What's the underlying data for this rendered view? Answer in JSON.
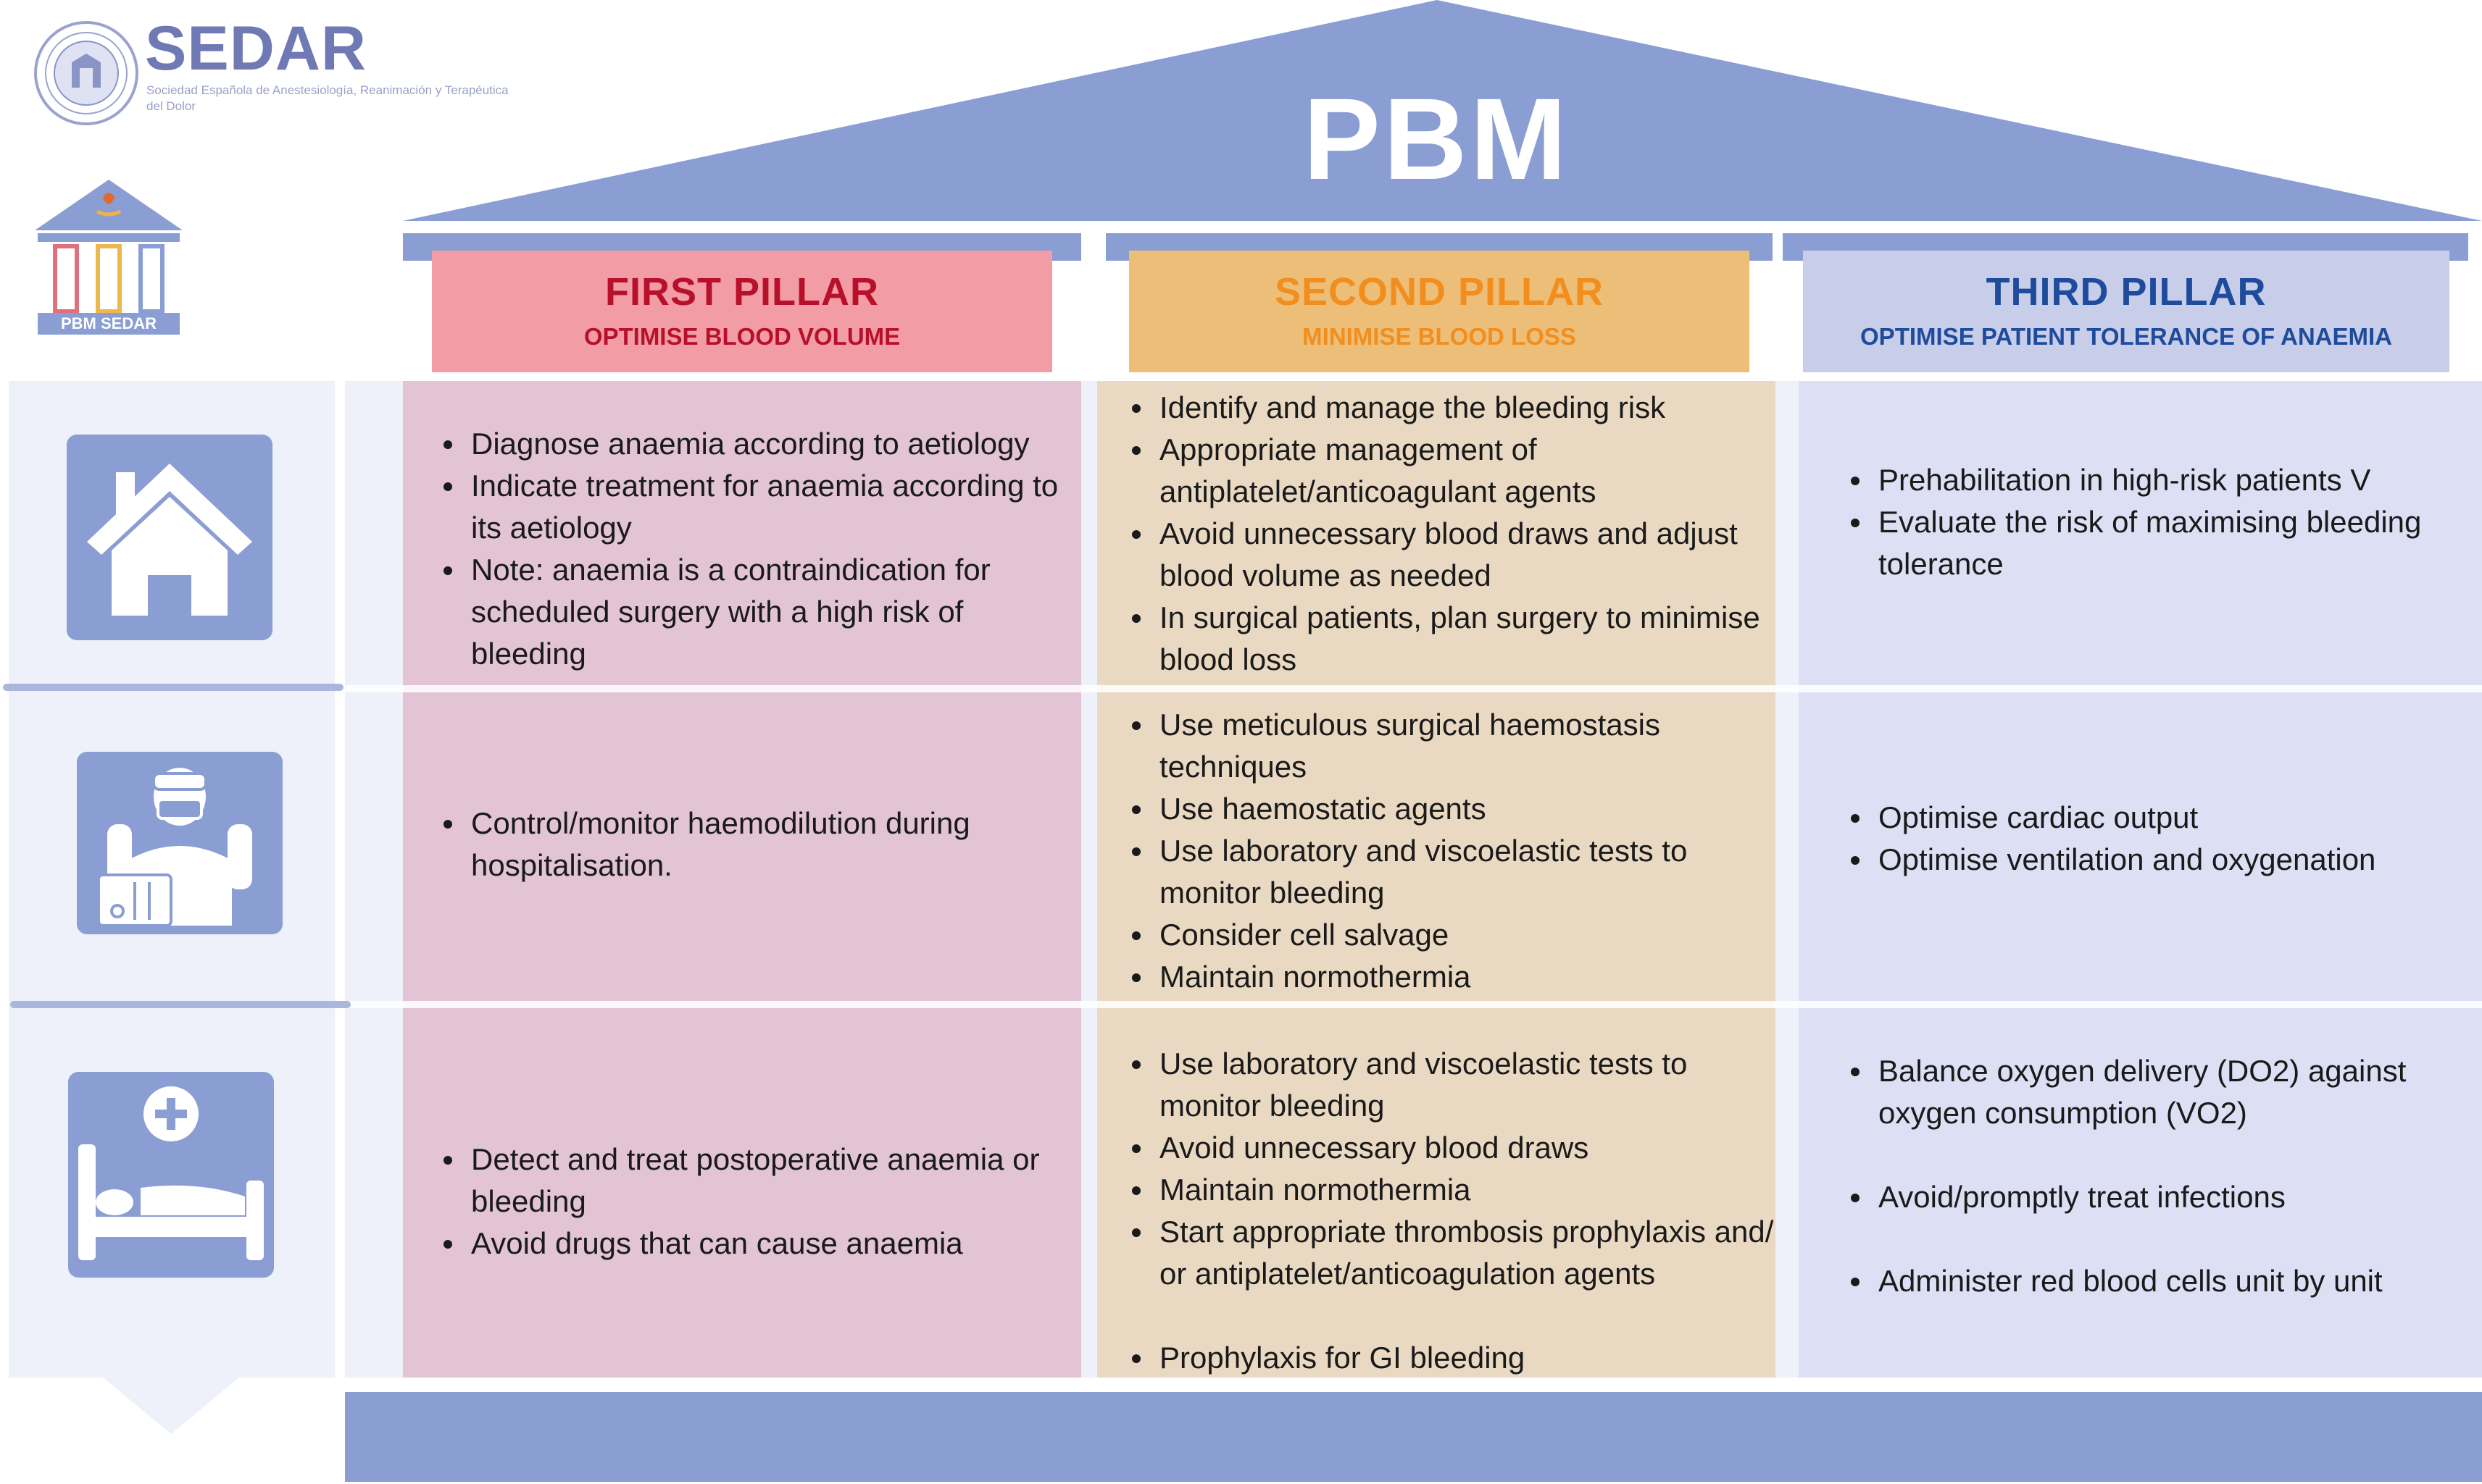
{
  "logo": {
    "name": "SEDAR",
    "subtitle": "Sociedad Española de Anestesiología, Reanimación y Terapéutica del Dolor"
  },
  "badge": {
    "label": "PBM SEDAR"
  },
  "roof": {
    "title": "PBM"
  },
  "pillars": [
    {
      "title": "FIRST PILLAR",
      "subtitle": "OPTIMISE BLOOD VOLUME",
      "color": "#f29ca6",
      "text_color": "#b8102a"
    },
    {
      "title": "SECOND PILLAR",
      "subtitle": "MINIMISE BLOOD LOSS",
      "color": "#ecbe78",
      "text_color": "#f28e1e"
    },
    {
      "title": "THIRD PILLAR",
      "subtitle": "OPTIMISE PATIENT TOLERANCE OF ANAEMIA",
      "color": "#c8cde9",
      "text_color": "#1e4b9c"
    }
  ],
  "rows": [
    {
      "icon": "home-icon",
      "cells": [
        [
          "Diagnose anaemia according to aetiology",
          "Indicate treatment for anaemia according to its aetiology",
          "Note: anaemia is a contraindication for scheduled surgery with a high risk of bleeding"
        ],
        [
          "Identify and manage the bleeding risk",
          "Appropriate management of antiplatelet/anticoagulant agents",
          "Avoid unnecessary blood draws and adjust blood volume as needed",
          "In surgical patients, plan surgery to minimise blood loss"
        ],
        [
          "Prehabilitation in high-risk patients V",
          "Evaluate the risk of maximising bleeding tolerance"
        ]
      ]
    },
    {
      "icon": "surgeon-icon",
      "cells": [
        [
          "Control/monitor haemodilution during hospitalisation."
        ],
        [
          "Use meticulous surgical haemostasis techniques",
          "Use haemostatic agents",
          "Use laboratory and viscoelastic tests to monitor bleeding",
          "Consider cell salvage",
          "Maintain normothermia"
        ],
        [
          "Optimise cardiac output",
          "Optimise ventilation and oxygenation"
        ]
      ]
    },
    {
      "icon": "hospital-bed-icon",
      "cells": [
        [
          "Detect and treat postoperative anaemia or bleeding",
          "Avoid drugs that can cause anaemia"
        ],
        [
          "Use laboratory and viscoelastic tests to monitor bleeding",
          "Avoid unnecessary blood draws",
          "Maintain normothermia",
          "Start appropriate thrombosis prophylaxis and/ or antiplatelet/anticoagulation agents",
          "Prophylaxis for GI bleeding"
        ],
        [
          "Balance oxygen delivery (DO2) against oxygen consumption (VO2)",
          "Avoid/promptly treat infections",
          "Administer red blood cells unit by unit"
        ]
      ]
    }
  ]
}
